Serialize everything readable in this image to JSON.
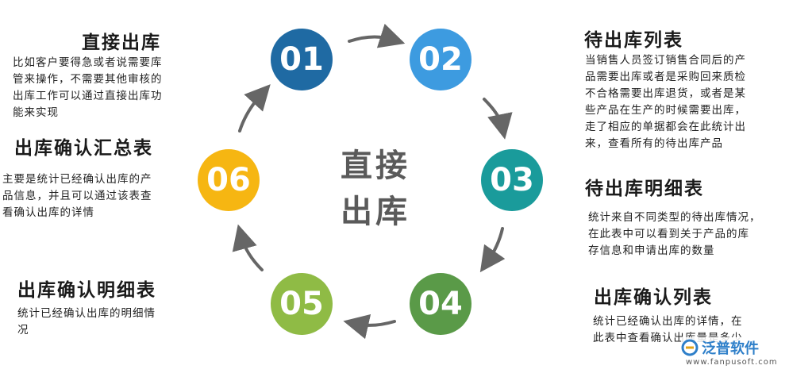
{
  "center": {
    "line1": "直接",
    "line2": "出库"
  },
  "steps": [
    {
      "num": "01",
      "color": "#1f6aa3",
      "title": "直接出库",
      "desc": [
        "比如客户要得急或者说需要库",
        "管来操作，不需要其他审核的",
        "出库工作可以通过直接出库功",
        "能来实现"
      ]
    },
    {
      "num": "02",
      "color": "#3d9be0",
      "title": "待出库列表",
      "desc": [
        "当销售人员签订销售合同后的产",
        "品需要出库或者是采购回来质检",
        "不合格需要出库退货，或者是某",
        "些产品在生产的时候需要出库，",
        "走了相应的单据都会在此统计出",
        "来，查看所有的待出库产品"
      ]
    },
    {
      "num": "03",
      "color": "#1a9b9b",
      "title": "待出库明细表",
      "desc": [
        "统计来自不同类型的待出库情况，",
        "在此表中可以看到关于产品的库",
        "存信息和申请出库的数量"
      ]
    },
    {
      "num": "04",
      "color": "#5a9a48",
      "title": "出库确认列表",
      "desc": [
        "统计已经确认出库的详情，在",
        "此表中查看确认出库量是多少"
      ]
    },
    {
      "num": "05",
      "color": "#8fbb45",
      "title": "出库确认明细表",
      "desc": [
        "统计已经确认出库的明细情",
        "况"
      ]
    },
    {
      "num": "06",
      "color": "#f6b612",
      "title": "出库确认汇总表",
      "desc": [
        "主要是统计已经确认出库的产",
        "品信息，并且可以通过该表查",
        "看确认出库的详情"
      ]
    }
  ],
  "logo": {
    "name": "泛普软件",
    "url": "www.fanpusoft.com"
  },
  "colors": {
    "arrow": "#666666",
    "logo": "#2e7fc9"
  }
}
